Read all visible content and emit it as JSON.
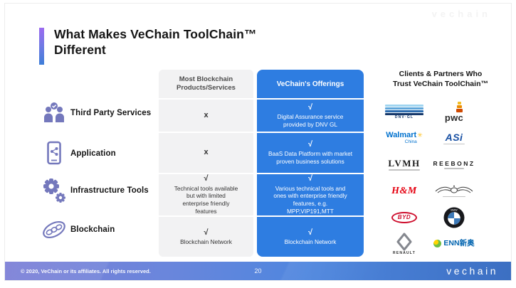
{
  "watermark": "vechain",
  "title": {
    "line1": "What Makes VeChain ToolChain™",
    "line2": "Different"
  },
  "comparison": {
    "col_most_header": "Most Blockchain\nProducts/Services",
    "col_vechain_header": "VeChain's Offerings",
    "rows": [
      {
        "label": "Third Party Services",
        "icon": "third-party-services-icon",
        "most_mark": "x",
        "most_text": "",
        "ve_mark": "√",
        "ve_text": "Digital Assurance service\nprovided by DNV GL"
      },
      {
        "label": "Application",
        "icon": "application-icon",
        "most_mark": "x",
        "most_text": "",
        "ve_mark": "√",
        "ve_text": "BaaS Data Platform with market\nproven business solutions"
      },
      {
        "label": "Infrastructure Tools",
        "icon": "infrastructure-tools-icon",
        "most_mark": "√",
        "most_text": "Technical tools available\nbut with limited\nenterprise friendly\nfeatures",
        "ve_mark": "√",
        "ve_text": "Various technical tools and\nones with enterprise friendly\nfeatures, e.g.\nMPP,VIP191,MTT"
      },
      {
        "label": "Blockchain",
        "icon": "blockchain-icon",
        "most_mark": "√",
        "most_text": "Blockchain Network",
        "ve_mark": "√",
        "ve_text": "Blockchain Network"
      }
    ]
  },
  "partners": {
    "header": "Clients & Partners Who\nTrust VeChain ToolChain™",
    "logos": {
      "dnvgl": {
        "text": "DNV·GL"
      },
      "pwc": {
        "text": "pwc"
      },
      "walmart": {
        "text": "Walmart",
        "spark": "✳",
        "subtext": "China"
      },
      "asi": {
        "text": "ASi"
      },
      "lvmh": {
        "text": "LVMH"
      },
      "reebonz": {
        "text": "REEBONZ"
      },
      "hm": {
        "text": "H&M"
      },
      "wings": {
        "name": "wings-emblem"
      },
      "byd": {
        "text": "BYD"
      },
      "bmw": {
        "text": "BMW"
      },
      "renault": {
        "text": "RENAULT"
      },
      "enn": {
        "text": "ENN新奥"
      }
    }
  },
  "footer": {
    "copyright": "© 2020, VeChain or its affiliates. All rights reserved.",
    "page_number": "20",
    "brand": "vechain"
  },
  "colors": {
    "accent_blue": "#2E7DE1",
    "gray_column": "#F2F2F3",
    "icon_indigo": "#7478BC",
    "footer_gradient_start": "#7B7ED6",
    "footer_gradient_end": "#3C6FC2"
  }
}
